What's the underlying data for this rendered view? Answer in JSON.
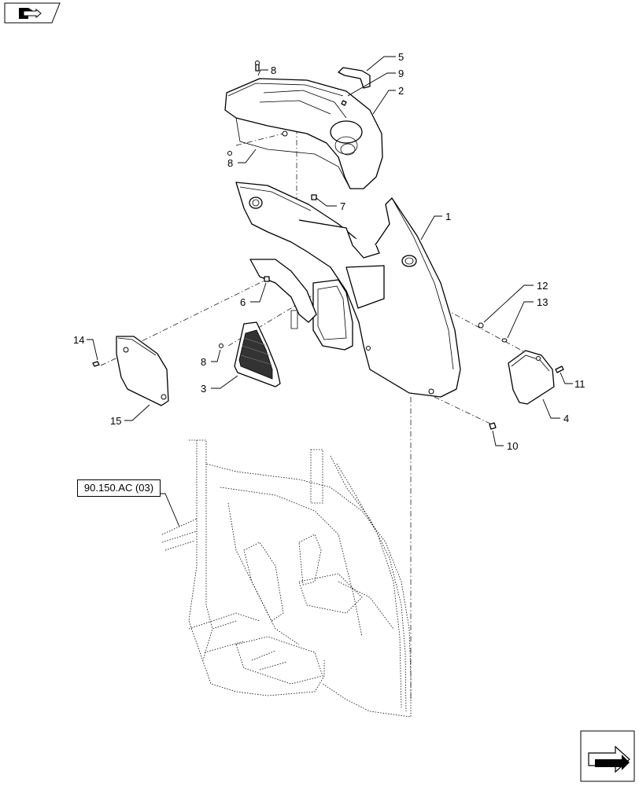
{
  "reference_box": "90.150.AC (03)",
  "callouts": [
    "1",
    "2",
    "3",
    "4",
    "5",
    "6",
    "7",
    "8",
    "8",
    "8",
    "9",
    "10",
    "11",
    "12",
    "13",
    "14",
    "15"
  ],
  "icons": {
    "top_left": "book-arrow-icon",
    "bottom_right": "next-page-arrow-icon"
  }
}
